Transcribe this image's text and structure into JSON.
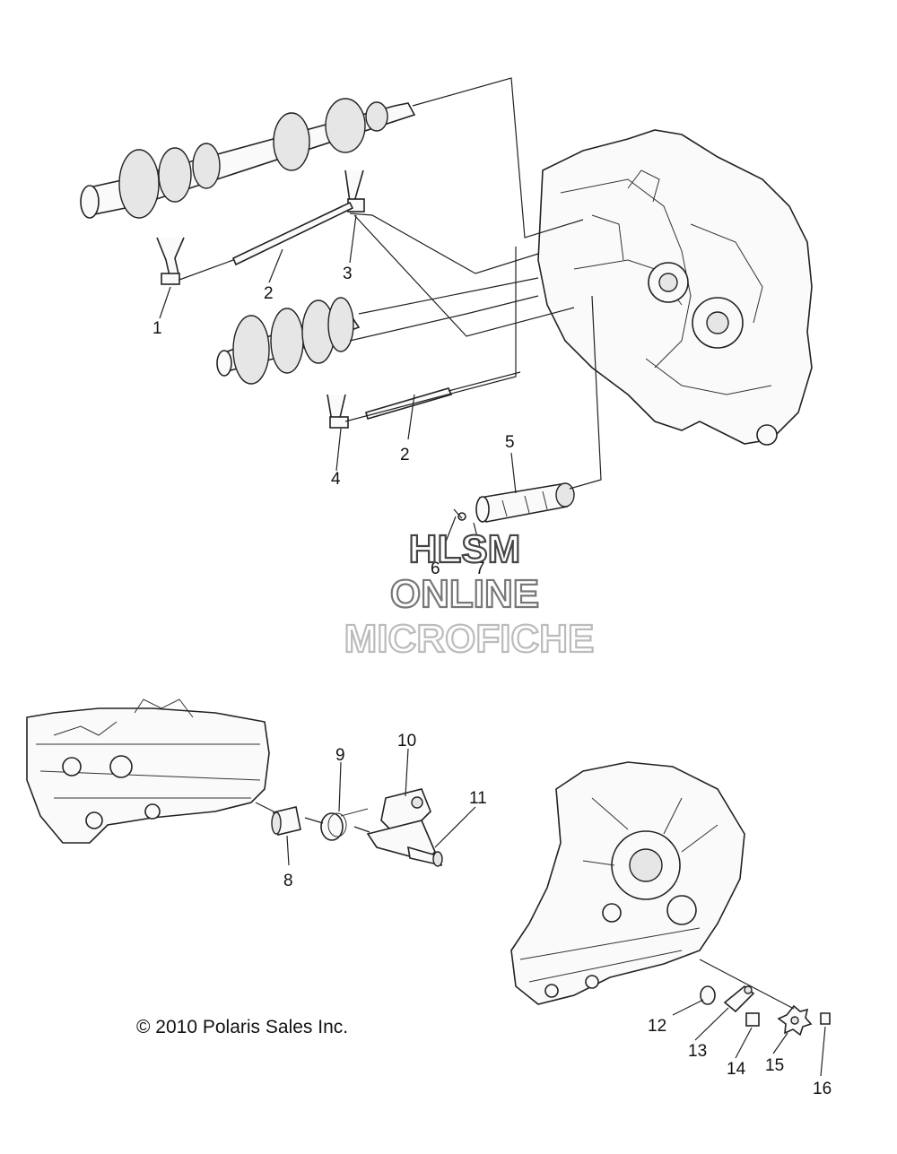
{
  "callouts": [
    {
      "id": "1",
      "text": "1"
    },
    {
      "id": "2a",
      "text": "2"
    },
    {
      "id": "3",
      "text": "3"
    },
    {
      "id": "4",
      "text": "4"
    },
    {
      "id": "2b",
      "text": "2"
    },
    {
      "id": "5",
      "text": "5"
    },
    {
      "id": "6",
      "text": "6"
    },
    {
      "id": "7",
      "text": "7"
    },
    {
      "id": "8",
      "text": "8"
    },
    {
      "id": "9",
      "text": "9"
    },
    {
      "id": "10",
      "text": "10"
    },
    {
      "id": "11",
      "text": "11"
    },
    {
      "id": "12",
      "text": "12"
    },
    {
      "id": "13",
      "text": "13"
    },
    {
      "id": "14",
      "text": "14"
    },
    {
      "id": "15",
      "text": "15"
    },
    {
      "id": "16",
      "text": "16"
    }
  ],
  "watermark": {
    "line1": "HLSM",
    "line2": "ONLINE",
    "line3": "MICROFICHE",
    "colors": [
      "#444444",
      "#777777",
      "#bbbbbb"
    ]
  },
  "copyright": "© 2010 Polaris Sales Inc."
}
